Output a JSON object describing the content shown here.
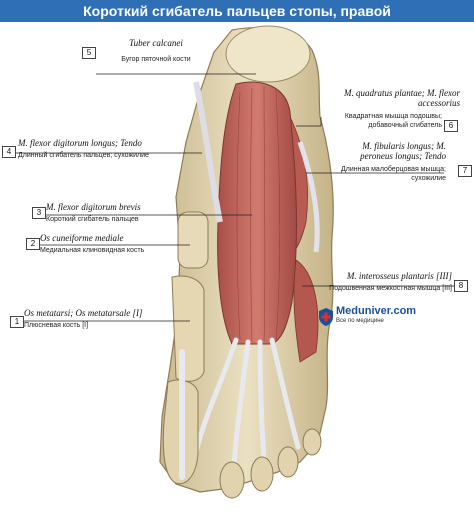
{
  "title": "Короткий сгибатель пальцев стопы, правой",
  "labels": [
    {
      "number": "5",
      "latin": "Tuber calcanei",
      "russian": "Бугор пяточной кости"
    },
    {
      "number": "6",
      "latin": "M. quadratus plantae; M. flexor accessorius",
      "russian": "Квадратная мышца подошвы; добавочный сгибатель"
    },
    {
      "number": "4",
      "latin": "M. flexor digitorum longus; Tendo",
      "russian": "Длинный сгибатель пальцев; сухожилие"
    },
    {
      "number": "7",
      "latin": "M. fibularis longus; M. peroneus longus; Tendo",
      "russian": "Длинная малоберцовая мышца; сухожилие"
    },
    {
      "number": "3",
      "latin": "M. flexor digitorum brevis",
      "russian": "Короткий сгибатель пальцев"
    },
    {
      "number": "2",
      "latin": "Os cuneiforme mediale",
      "russian": "Медиальная клиновидная кость"
    },
    {
      "number": "8",
      "latin": "M. interosseus plantaris [III]",
      "russian": "Подошвенная межкостная мышца [III]"
    },
    {
      "number": "1",
      "latin": "Os metatarsi; Os metatarsale [I]",
      "russian": "Плюсневая кость [I]"
    }
  ],
  "watermark": {
    "name": "Meduniver.com",
    "tagline": "Все по медицине"
  },
  "colors": {
    "banner": "#2f6fb5",
    "muscle": "#c8675d",
    "bone": "#e3d6b4",
    "tendon": "#e8e8ef"
  }
}
